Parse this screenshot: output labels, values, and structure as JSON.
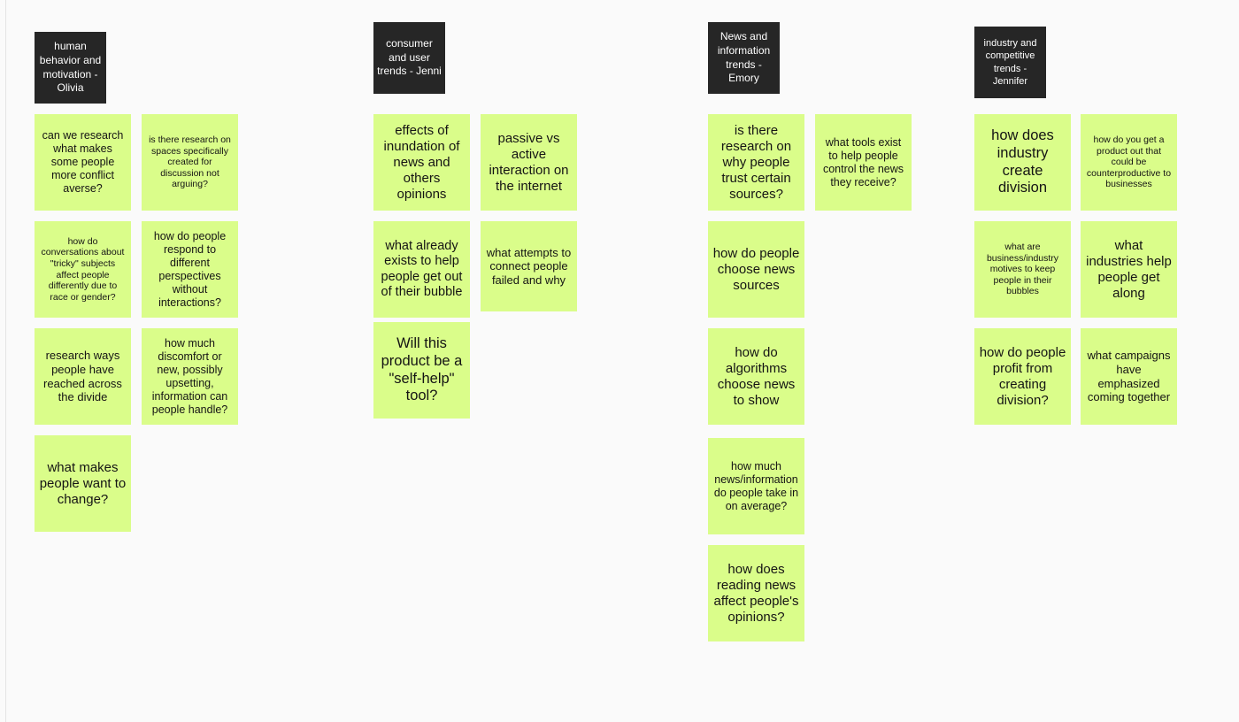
{
  "colors": {
    "canvas": "#fafafa",
    "header_bg": "#262626",
    "header_text": "#ffffff",
    "sticky_note": "#dafd8a",
    "note_text": "#141414"
  },
  "columns": [
    {
      "header": "human behavior and motivation - Olivia",
      "notes": [
        "can we research what makes some people more conflict averse?",
        "is there research on spaces specifically created for discussion not arguing?",
        "how do conversations about \"tricky\" subjects affect people differently due to race or gender?",
        "how do people respond to different perspectives without interactions?",
        "research ways people have reached across the divide",
        "how much discomfort or new, possibly upsetting, information can people handle?",
        "what makes people want to change?"
      ]
    },
    {
      "header": "consumer and user trends - Jenni",
      "notes": [
        "effects of inundation of news and others opinions",
        "passive vs active interaction on the internet",
        "what already exists to help people get out of their bubble",
        "what attempts to connect people failed and why",
        "Will this product be a \"self-help\" tool?"
      ]
    },
    {
      "header": "News and information trends - Emory",
      "notes": [
        "is there research on why people trust certain sources?",
        "what tools exist to help people control the news they receive?",
        "how do people choose news sources",
        "how do algorithms choose news to show",
        "how much news/information do people take in on average?",
        "how does reading news affect people's opinions?"
      ]
    },
    {
      "header": "industry and competitive trends - Jennifer",
      "notes": [
        "how does industry create division",
        "how do you get a product out that could be counterproductive to businesses",
        "what are business/industry motives to keep people in their bubbles",
        "what industries help people get along",
        "how do people profit from creating division?",
        "what campaigns have emphasized coming together"
      ]
    }
  ]
}
